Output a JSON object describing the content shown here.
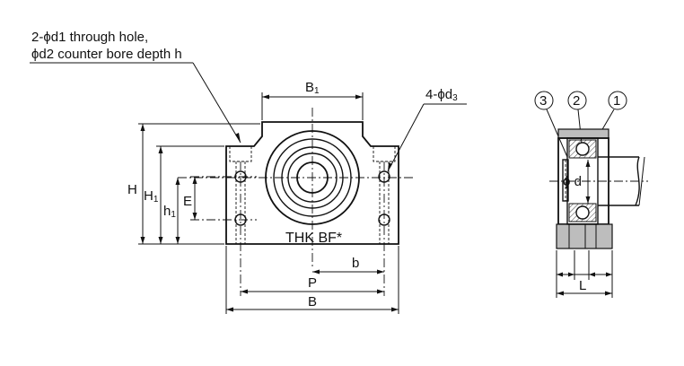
{
  "callout_note": {
    "line1": "2-ϕd1 through hole,",
    "line2": "ϕd2 counter bore depth h"
  },
  "front_view": {
    "label_B1_main": "B",
    "label_B1_sub": "1",
    "label_d3_prefix": "4-ϕd",
    "label_d3_sub": "3",
    "label_H": "H",
    "label_H1_main": "H",
    "label_H1_sub": "1",
    "label_h1_main": "h",
    "label_h1_sub": "1",
    "label_E": "E",
    "label_b": "b",
    "label_P": "P",
    "label_B": "B",
    "marking": "THK BF*"
  },
  "side_view": {
    "balloon_1": "1",
    "balloon_2": "2",
    "balloon_3": "3",
    "label_d": "ϕ d",
    "label_L": "L"
  }
}
